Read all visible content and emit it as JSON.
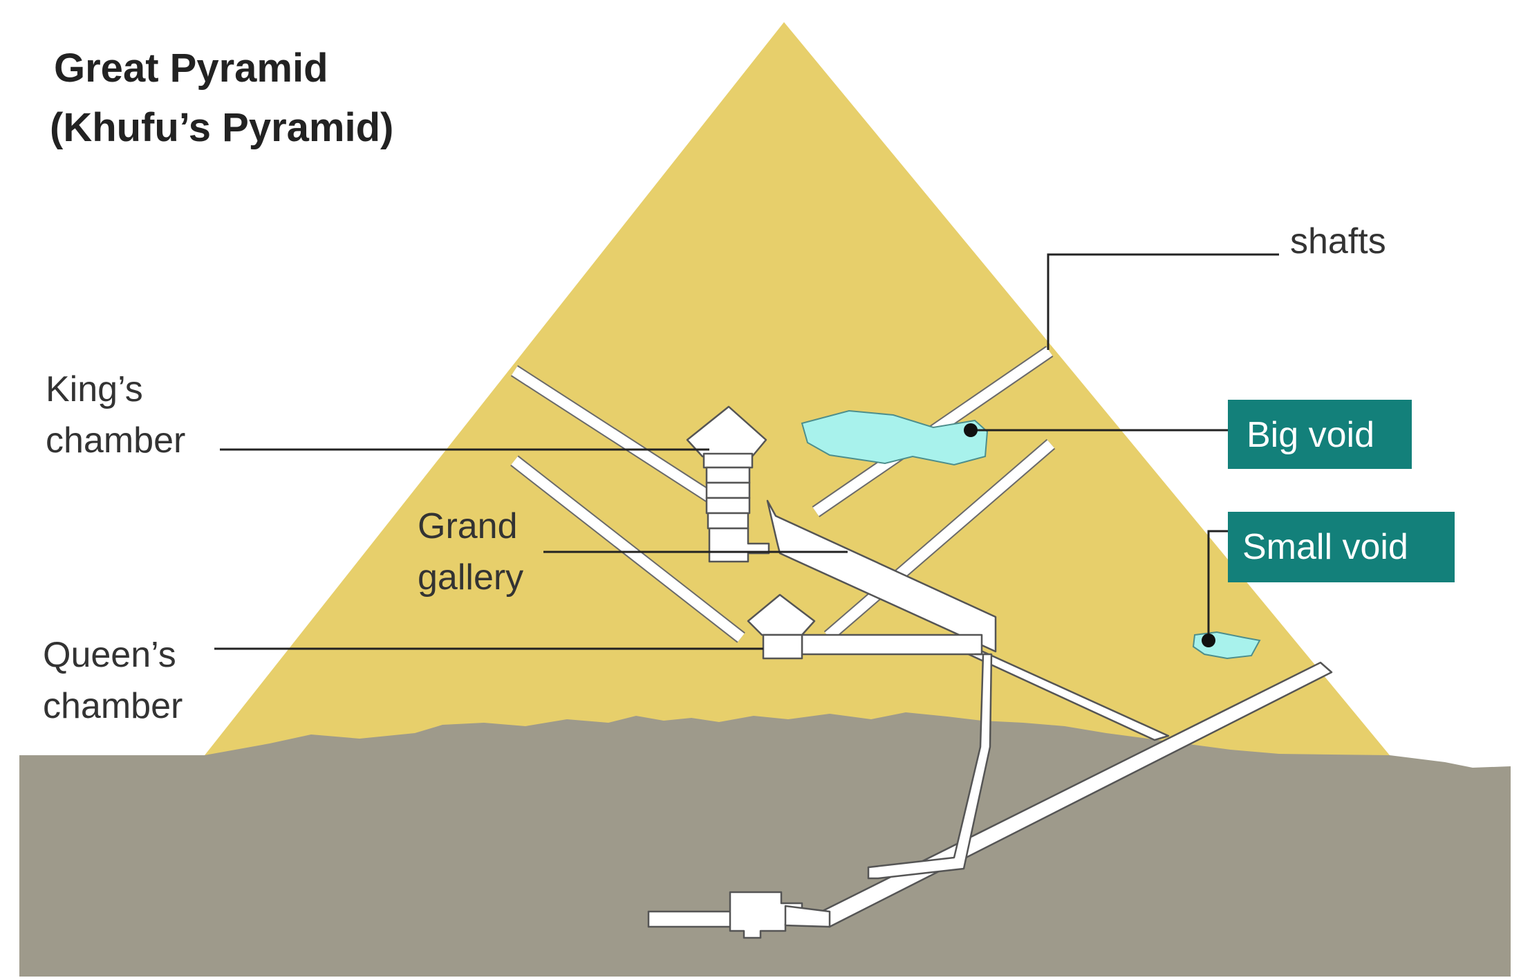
{
  "title": {
    "line1": "Great Pyramid",
    "line2": "(Khufu’s Pyramid)"
  },
  "labels": {
    "shafts": "shafts",
    "kings_chamber_1": "King’s",
    "kings_chamber_2": "chamber",
    "grand_gallery_1": "Grand",
    "grand_gallery_2": "gallery",
    "queens_chamber_1": "Queen’s",
    "queens_chamber_2": "chamber"
  },
  "tags": {
    "big_void": "Big void",
    "small_void": "Small void"
  },
  "colors": {
    "pyramid_fill": "#e7cf6b",
    "ground_fill": "#9e9a8b",
    "void_fill": "#a8f2ec",
    "tag_fill": "#13807a",
    "passage_fill": "#ffffff"
  }
}
